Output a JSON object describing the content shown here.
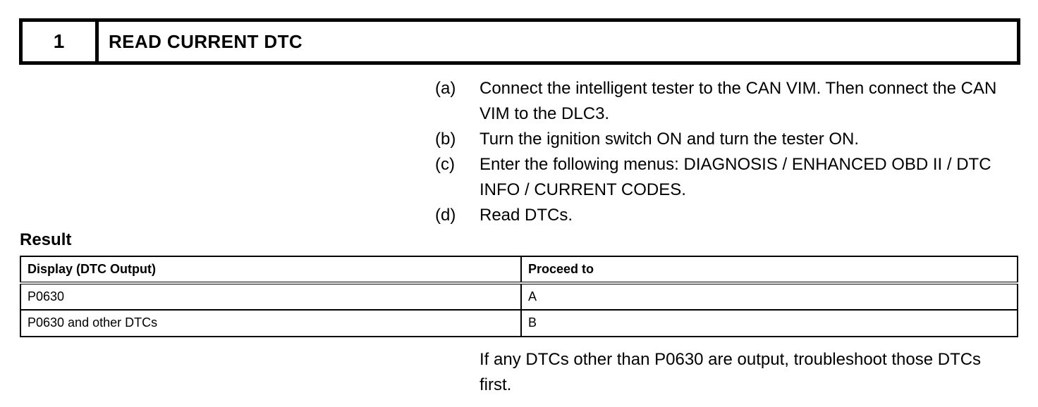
{
  "step": {
    "number": "1",
    "title": "READ CURRENT DTC"
  },
  "instructions": [
    {
      "label": "(a)",
      "text": "Connect the intelligent tester to the CAN VIM. Then connect the CAN VIM to the DLC3."
    },
    {
      "label": "(b)",
      "text": "Turn the ignition switch ON and turn the tester ON."
    },
    {
      "label": "(c)",
      "text": "Enter the following menus: DIAGNOSIS / ENHANCED OBD II / DTC INFO / CURRENT CODES."
    },
    {
      "label": "(d)",
      "text": "Read DTCs."
    }
  ],
  "result": {
    "heading": "Result",
    "columns": [
      "Display (DTC Output)",
      "Proceed to"
    ],
    "rows": [
      {
        "display": "P0630",
        "proceed": "A"
      },
      {
        "display": "P0630 and other DTCs",
        "proceed": "B"
      }
    ]
  },
  "footer_note": "If any DTCs other than P0630 are output, troubleshoot those DTCs first.",
  "colors": {
    "ink": "#000000",
    "paper": "#ffffff"
  }
}
